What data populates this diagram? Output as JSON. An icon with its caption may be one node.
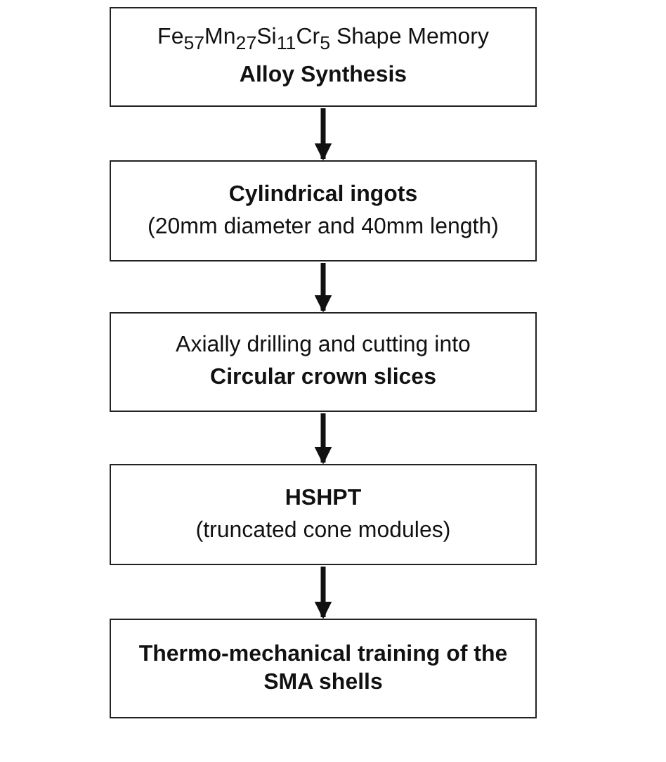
{
  "diagram": {
    "nodes": [
      {
        "text": [
          "Fe$_{57}$Mn$_{27}$Si$_{11}$Cr$_{5}$ Shape Memory",
          "Alloy Synthesis"
        ]
      },
      {
        "text": [
          "Cylindrical ingots",
          "(20mm diameter and 40mm length)"
        ]
      },
      {
        "text": [
          "Axially drilling and cutting into",
          "Circular crown slices"
        ]
      },
      {
        "text": [
          "HSHPT",
          "(truncated cone modules)"
        ]
      },
      {
        "text": [
          "Thermo-mechanical training of the SMA shells"
        ]
      }
    ],
    "edges": [
      {
        "from": 0,
        "to": 1,
        "arrow": "to"
      },
      {
        "from": 1,
        "to": 2,
        "arrow": "to"
      },
      {
        "from": 2,
        "to": 3,
        "arrow": "to"
      },
      {
        "from": 3,
        "to": 4,
        "arrow": "to"
      }
    ]
  }
}
